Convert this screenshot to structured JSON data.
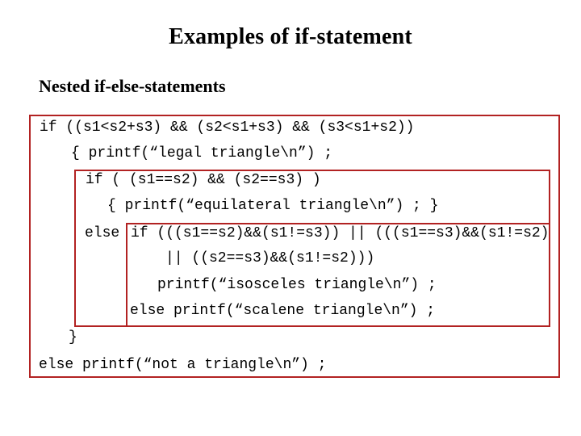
{
  "slide": {
    "title": "Examples of if-statement",
    "subtitle": "Nested if-else-statements"
  },
  "colors": {
    "background": "#ffffff",
    "text": "#000000",
    "box_border": "#b22222"
  },
  "code": {
    "language": "c",
    "lines": [
      {
        "text": "if ((s1<s2+s3) && (s2<s1+s3) && (s3<s1+s2))"
      },
      {
        "text": "{ printf(“legal triangle\\n”) ;"
      },
      {
        "text": "if ( (s1==s2) && (s2==s3) )"
      },
      {
        "text": "{ printf(“equilateral triangle\\n”) ; }"
      },
      {
        "text": "else"
      },
      {
        "text": "if (((s1==s2)&&(s1!=s3)) || (((s1==s3)&&(s1!=s2)"
      },
      {
        "text": "|| ((s2==s3)&&(s1!=s2)))"
      },
      {
        "text": "printf(“isosceles triangle\\n”) ;"
      },
      {
        "text": "else printf(“scalene triangle\\n”) ;"
      },
      {
        "text": "}"
      },
      {
        "text": "else printf(“not a triangle\\n”) ;"
      }
    ]
  }
}
